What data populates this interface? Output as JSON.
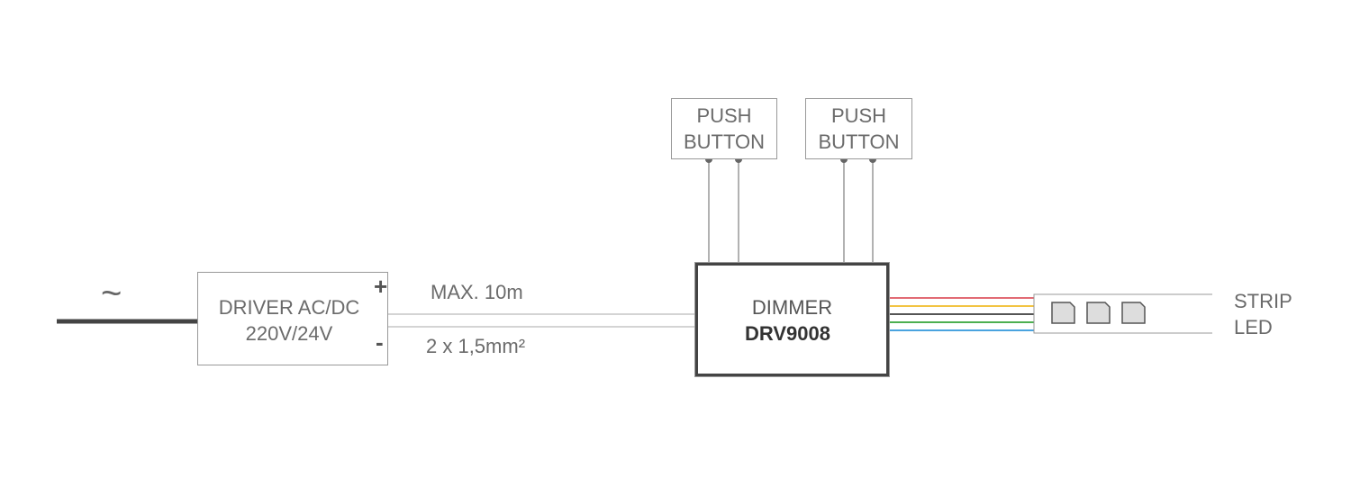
{
  "ac_symbol": "~",
  "driver": {
    "line1": "DRIVER AC/DC",
    "line2": "220V/24V",
    "plus": "+",
    "minus": "-"
  },
  "cable": {
    "length": "MAX. 10m",
    "section": "2 x 1,5mm²"
  },
  "push_buttons": [
    {
      "line1": "PUSH",
      "line2": "BUTTON"
    },
    {
      "line1": "PUSH",
      "line2": "BUTTON"
    }
  ],
  "dimmer": {
    "line1": "DIMMER",
    "model": "DRV9008"
  },
  "strip": {
    "line1": "STRIP",
    "line2": "LED"
  },
  "colors": {
    "line": "#999999",
    "dark": "#444444",
    "wire_colors": [
      "#e26b74",
      "#f2c443",
      "#555555",
      "#4caf50",
      "#4aa3df"
    ],
    "led_fill": "#dddddd"
  }
}
